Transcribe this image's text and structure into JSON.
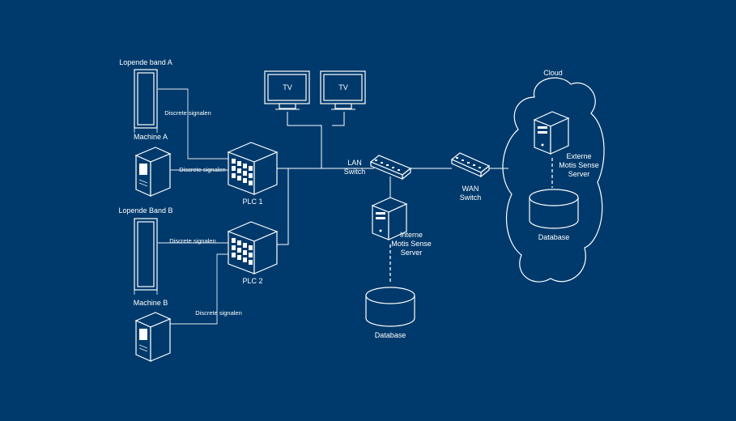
{
  "labels": {
    "band_a": "Lopende band A",
    "machine_a": "Machine A",
    "band_b": "Lopende Band B",
    "machine_b": "Machine B",
    "signal_1": "Discrete signalen",
    "signal_2": "Discrete signalen",
    "signal_3": "Discrete signalen",
    "signal_4": "Discrete signalen",
    "plc1": "PLC 1",
    "plc2": "PLC 2",
    "tv1": "TV",
    "tv2": "TV",
    "lan_l1": "LAN",
    "lan_l2": "Switch",
    "wan_l1": "WAN",
    "wan_l2": "Switch",
    "int_server_l1": "Interne",
    "int_server_l2": "Motis Sense",
    "int_server_l3": "Server",
    "database_local": "Database",
    "cloud": "Cloud",
    "ext_server_l1": "Externe",
    "ext_server_l2": "Motis Sense",
    "ext_server_l3": "Server",
    "database_cloud": "Database"
  }
}
